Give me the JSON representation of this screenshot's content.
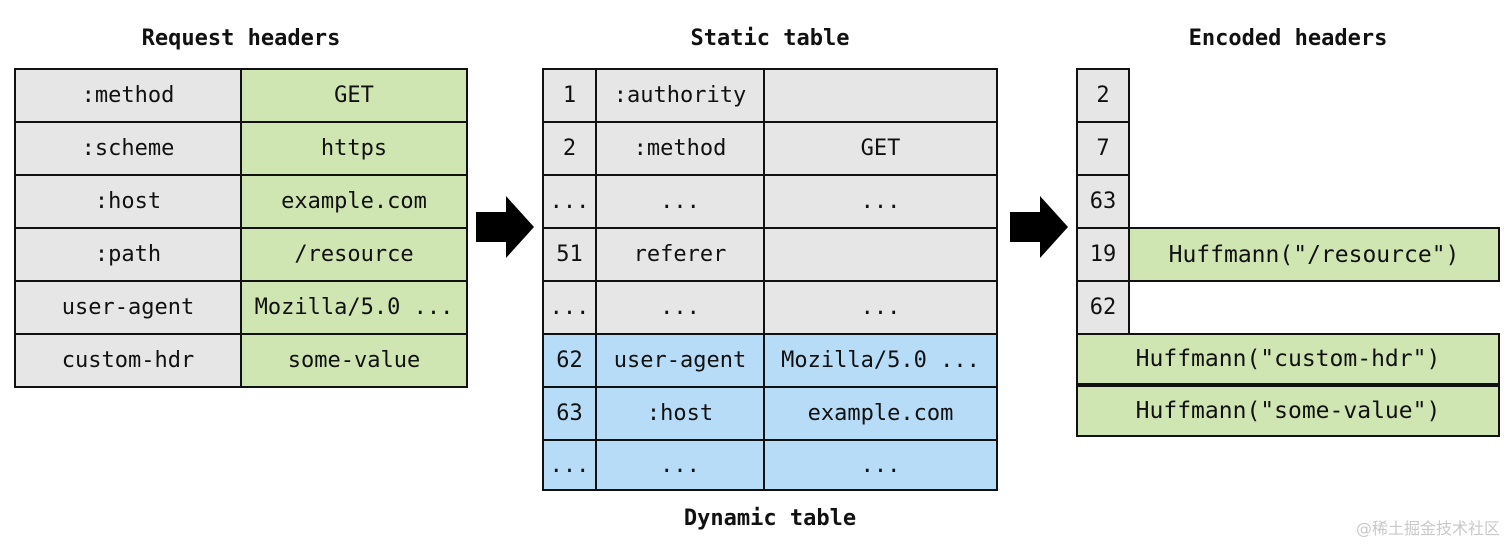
{
  "request_headers": {
    "title": "Request headers",
    "rows": [
      {
        "name": ":method",
        "value": "GET"
      },
      {
        "name": ":scheme",
        "value": "https"
      },
      {
        "name": ":host",
        "value": "example.com"
      },
      {
        "name": ":path",
        "value": "/resource"
      },
      {
        "name": "user-agent",
        "value": "Mozilla/5.0 ..."
      },
      {
        "name": "custom-hdr",
        "value": "some-value"
      }
    ]
  },
  "static_table": {
    "title": "Static table",
    "rows": [
      {
        "index": "1",
        "name": ":authority",
        "value": ""
      },
      {
        "index": "2",
        "name": ":method",
        "value": "GET"
      },
      {
        "index": "...",
        "name": "...",
        "value": "..."
      },
      {
        "index": "51",
        "name": "referer",
        "value": ""
      },
      {
        "index": "...",
        "name": "...",
        "value": "..."
      }
    ]
  },
  "dynamic_table": {
    "title": "Dynamic table",
    "rows": [
      {
        "index": "62",
        "name": "user-agent",
        "value": "Mozilla/5.0 ..."
      },
      {
        "index": "63",
        "name": ":host",
        "value": "example.com"
      },
      {
        "index": "...",
        "name": "...",
        "value": "..."
      }
    ]
  },
  "encoded_headers": {
    "title": "Encoded headers",
    "rows": [
      {
        "index": "2",
        "literal": ""
      },
      {
        "index": "7",
        "literal": ""
      },
      {
        "index": "63",
        "literal": ""
      },
      {
        "index": "19",
        "literal": "Huffmann(\"/resource\")"
      },
      {
        "index": "62",
        "literal": ""
      }
    ],
    "full_literals": [
      "Huffmann(\"custom-hdr\")",
      "Huffmann(\"some-value\")"
    ]
  },
  "watermark": "@稀土掘金技术社区",
  "colors": {
    "name_cell": "#e6e6e6",
    "value_cell": "#cfe6b3",
    "dynamic_cell": "#b6dcf7",
    "border": "#111111"
  },
  "icons": [
    "right-arrow-icon",
    "right-arrow-icon"
  ]
}
